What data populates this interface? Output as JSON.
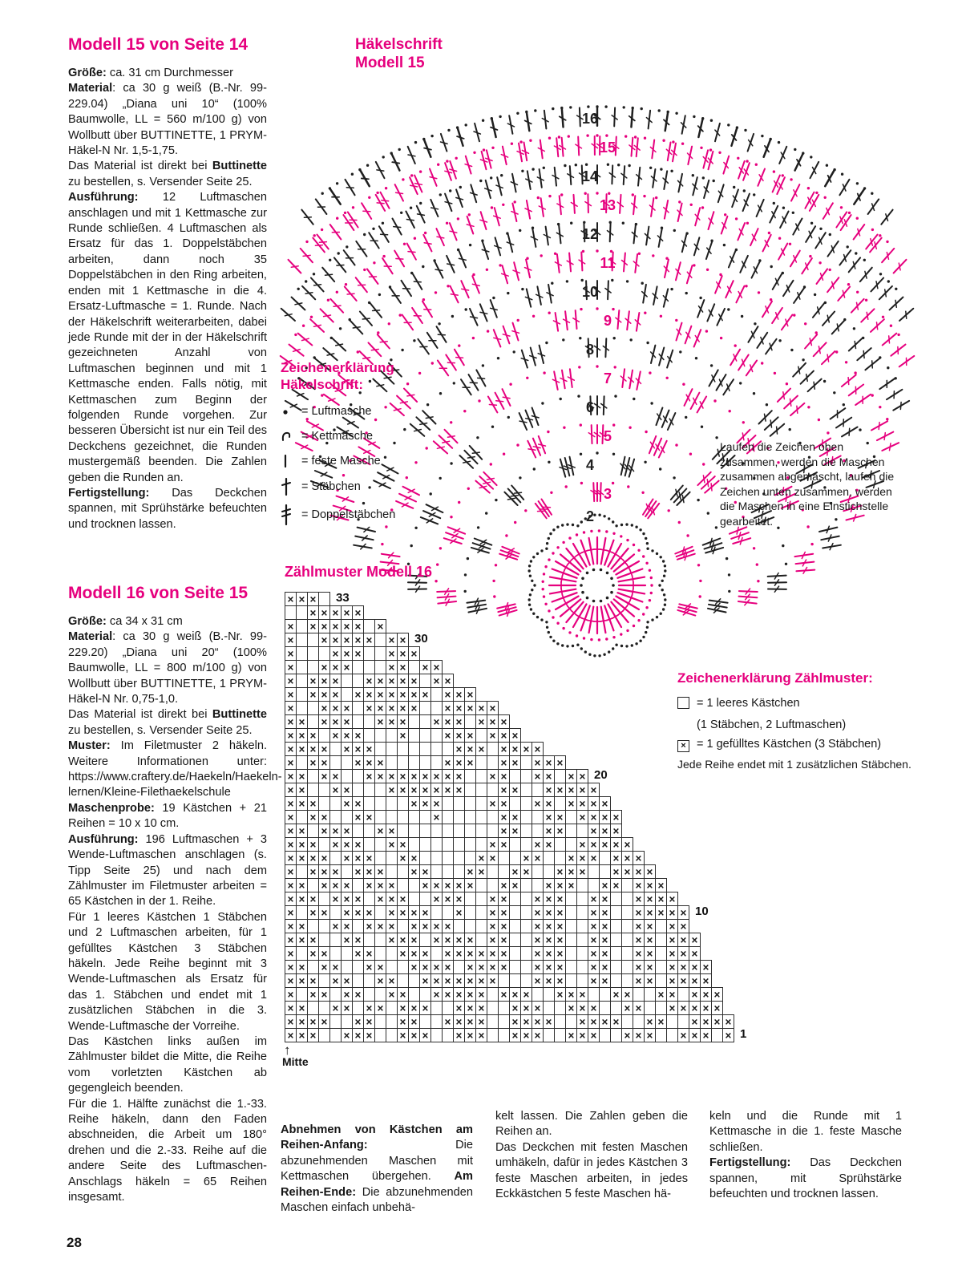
{
  "page": {
    "number": "28"
  },
  "colors": {
    "magenta": "#e6007e",
    "black": "#1f1f1f"
  },
  "model15": {
    "title": "Modell 15 von Seite 14",
    "paragraphs": [
      [
        {
          "b": "Größe:"
        },
        {
          "t": " ca. 31 cm Durchmesser"
        }
      ],
      [
        {
          "b": "Material"
        },
        {
          "t": ": ca 30 g weiß (B.-Nr. 99-229.04) „Diana uni 10“ (100% Baumwolle, LL = 560 m/100 g) von Wollbutt über BUTTINETTE, 1 PRYM-Häkel-N Nr. 1,5-1,75."
        }
      ],
      [
        {
          "t": "Das Material ist direkt bei "
        },
        {
          "b": "Buttinette"
        },
        {
          "t": " zu bestellen, s. Versender Seite 25."
        }
      ],
      [
        {
          "b": "Ausführung:"
        },
        {
          "t": " 12 Luftmaschen anschlagen und mit 1 Kettmasche zur Runde schließen. 4 Luftmaschen als Ersatz für das 1. Doppelstäbchen arbeiten, dann noch 35 Doppelstäbchen in den Ring arbeiten, enden mit 1 Kettmasche in die 4. Ersatz-Luftmasche = 1. Runde. Nach der Häkelschrift weiterarbeiten, dabei jede Runde mit der in der Häkelschrift gezeichneten Anzahl von Luftmaschen beginnen und mit 1 Kettmasche enden. Falls nötig, mit Kettmaschen zum Beginn der folgenden Runde vorgehen. Zur besseren Übersicht ist nur ein Teil des Deckchens gezeichnet, die Runden mustergemäß beenden. Die Zahlen geben die Runden an."
        }
      ],
      [
        {
          "b": "Fertigstellung:"
        },
        {
          "t": " Das Deckchen spannen, mit Sprühstärke befeuchten und trocknen lassen."
        }
      ]
    ]
  },
  "diagram15": {
    "title_line1": "Häkelschrift",
    "title_line2": "Modell 15",
    "round_numbers": [
      2,
      3,
      4,
      5,
      6,
      7,
      8,
      9,
      10,
      11,
      12,
      13,
      14,
      15,
      16
    ],
    "note": "Laufen die Zeichen oben zusammen, werden die Maschen zusammen abgemascht, laufen die Zeichen unten zusammen, werden die Maschen in eine Einstichstelle gearbeitet."
  },
  "legend15": {
    "title_line1": "Zeichenerklärung",
    "title_line2": "Häkelschrift:",
    "items": [
      {
        "type": "luftmasche",
        "label": "= Luftmasche"
      },
      {
        "type": "kettmasche",
        "label": "= Kettmasche"
      },
      {
        "type": "feste-masche",
        "label": "= feste Masche"
      },
      {
        "type": "staebchen",
        "label": "= Stäbchen"
      },
      {
        "type": "doppelstaebchen",
        "label": "= Doppelstäbchen"
      }
    ]
  },
  "model16": {
    "title": "Modell 16 von Seite 15",
    "paragraphs": [
      [
        {
          "b": "Größe:"
        },
        {
          "t": " ca 34 x 31 cm"
        }
      ],
      [
        {
          "b": "Material"
        },
        {
          "t": ": ca 30 g weiß (B.-Nr. 99-229.20) „Diana uni 20“ (100% Baumwolle, LL = 800 m/100 g) von Wollbutt über BUTTINETTE, 1 PRYM-Häkel-N Nr. 0,75-1,0."
        }
      ],
      [
        {
          "t": "Das Material ist direkt bei "
        },
        {
          "b": "Buttinette"
        },
        {
          "t": " zu bestellen, s. Versender Seite 25."
        }
      ],
      [
        {
          "b": "Muster:"
        },
        {
          "t": " Im Filetmuster 2 häkeln. Weitere Informationen unter: https://www.craftery.de/Haekeln/Haekeln-lernen/Kleine-Filethaekelschule"
        }
      ],
      [
        {
          "b": "Maschenprobe:"
        },
        {
          "t": " 19 Kästchen + 21 Reihen = 10 x 10 cm."
        }
      ],
      [
        {
          "b": "Ausführung:"
        },
        {
          "t": " 196 Luftmaschen + 3 Wende-Luftmaschen anschlagen (s. Tipp Seite 25) und nach dem Zählmuster im Filetmuster arbeiten = 65 Kästchen in der 1. Reihe."
        }
      ],
      [
        {
          "t": "Für 1 leeres Kästchen 1 Stäbchen und 2 Luftmaschen arbeiten, für 1 gefülltes Kästchen 3 Stäbchen häkeln. Jede Reihe beginnt mit 3 Wende-Luftmaschen als Ersatz für das 1. Stäbchen und endet mit 1 zusätzlichen Stäbchen in die 3. Wende-Luftmasche der Vorreihe."
        }
      ],
      [
        {
          "t": "Das Kästchen links außen im Zählmuster bildet die Mitte, die Reihe vom vorletzten Kästchen ab gegengleich beenden."
        }
      ],
      [
        {
          "t": "Für die 1. Hälfte zunächst die 1.-33. Reihe häkeln, dann den Faden abschneiden, die Arbeit um 180° drehen und die 2.-33. Reihe auf die andere Seite des Luftmaschen-Anschlags häkeln = 65 Reihen insgesamt."
        }
      ]
    ]
  },
  "zaehlmuster": {
    "title": "Zählmuster Modell 16",
    "mitte_label": "Mitte",
    "labeled_rows": [
      33,
      30,
      20,
      10,
      1
    ],
    "rows": [
      {
        "row": 33,
        "cells": "XXX."
      },
      {
        "row": 32,
        "cells": "..XXXXX"
      },
      {
        "row": 31,
        "cells": "X.XXXXX.X"
      },
      {
        "row": 30,
        "cells": "X..XXXXX.XX"
      },
      {
        "row": 29,
        "cells": "X...XXX..XXX"
      },
      {
        "row": 28,
        "cells": "X..XXX...XX.XX"
      },
      {
        "row": 27,
        "cells": "X.XXX..XXXXX.XX"
      },
      {
        "row": 26,
        "cells": "X.XXX.XXXXXXX.XXX"
      },
      {
        "row": 25,
        "cells": "X..XXX.XXXXX..XXXXX"
      },
      {
        "row": 24,
        "cells": "XX.XXX..XXX..XXX.XXX"
      },
      {
        "row": 23,
        "cells": "XXX.XXX...X...XXX.XXX"
      },
      {
        "row": 22,
        "cells": "XXXX.XXX.......XXX.XXXX"
      },
      {
        "row": 21,
        "cells": "X.XX..XXX.....XXX..XX.XXX"
      },
      {
        "row": 20,
        "cells": "XX.XX..XXXXXXXXX..XX..XX.XX"
      },
      {
        "row": 19,
        "cells": "XX..XX...XXXXXXX...XX..XXXXX"
      },
      {
        "row": 18,
        "cells": "XXX..XX....XXX....XX..XX.XXXX"
      },
      {
        "row": 17,
        "cells": "X.XX..XX.....X.....XX..XX.XXXX"
      },
      {
        "row": 16,
        "cells": "XX.XXX..XX.........XX..XX..XXX"
      },
      {
        "row": 15,
        "cells": "XXX.XXX..XX.......XX..XX..XXXXX"
      },
      {
        "row": 14,
        "cells": "XXXX.XXX..XX.....XX..XX..XXX.XXX"
      },
      {
        "row": 13,
        "cells": "X.XXX.XXX..XX...XX..XX..XXX..XXXX"
      },
      {
        "row": 12,
        "cells": "XX.XXX.XXX..XXXXX..XX..XXX..XX.XXX"
      },
      {
        "row": 11,
        "cells": "XXX.XXX.XXX..XXX..XX..XXX..XX..XXXX"
      },
      {
        "row": 10,
        "cells": "X.XX.XXX.XXXX..X..XX..XXX..XX..XXXXX"
      },
      {
        "row": 9,
        "cells": "XX..XX.XXX.XXXX...XX..XXX..XX..XX.XX"
      },
      {
        "row": 8,
        "cells": "XXX..XX..XXX.XXXX.XX..XXX..XX..XX.XXX"
      },
      {
        "row": 7,
        "cells": "X.XX..XX..XXX.XXXXXX..XXX..XX..XX.XXX"
      },
      {
        "row": 6,
        "cells": "XX.XX..XX..XXXX.XXXX..XXX..XX..XX.XXXX"
      },
      {
        "row": 5,
        "cells": "XXX.XX..XX..XXXXXXX...XXX..XX..XX.XXXX"
      },
      {
        "row": 4,
        "cells": "X.XX.XX..XX..XXXXX.XXX..XXX..XX..XX.XXX"
      },
      {
        "row": 3,
        "cells": "XX..XX.XX.XXX..XXX..XXX..XXX..XX..XXXXX"
      },
      {
        "row": 2,
        "cells": "XXXX..XX..XX..XXXX..XXXX..XXXX..XX..XXXX"
      },
      {
        "row": 1,
        "cells": "XXX..XXX..XXX..XXX..XXX..XXX..XXX..XXX.X"
      }
    ]
  },
  "legend16": {
    "title": "Zeichenerklärung Zählmuster:",
    "items": [
      {
        "type": "leer",
        "label": "= 1 leeres Kästchen",
        "sub": "(1 Stäbchen, 2 Luftmaschen)"
      },
      {
        "type": "gefuellt",
        "label": "= 1 gefülltes Kästchen (3 Stäbchen)",
        "sub": ""
      }
    ],
    "note": "Jede Reihe endet mit 1 zusätzlichen Stäbchen."
  },
  "bottom": {
    "col1": [
      [
        {
          "b": "Abnehmen von Kästchen am Reihen-Anfang:"
        },
        {
          "t": " Die abzunehmenden Maschen mit Kettmaschen übergehen. "
        },
        {
          "b": "Am Reihen-Ende:"
        },
        {
          "t": " Die abzunehmenden Maschen einfach unbehä-"
        }
      ]
    ],
    "col2": [
      [
        {
          "t": "kelt lassen. Die Zahlen geben die Reihen an."
        }
      ],
      [
        {
          "t": "Das Deckchen mit festen Maschen umhäkeln, dafür in jedes Kästchen 3 feste Maschen arbeiten, in jedes Eckkästchen 5 feste Maschen hä-"
        }
      ]
    ],
    "col3": [
      [
        {
          "t": "keln und die Runde mit 1 Kettmasche in die 1. feste Masche schließen."
        }
      ],
      [
        {
          "b": "Fertigstellung:"
        },
        {
          "t": " Das Deckchen spannen, mit Sprühstärke befeuchten und trocknen lassen."
        }
      ]
    ]
  }
}
